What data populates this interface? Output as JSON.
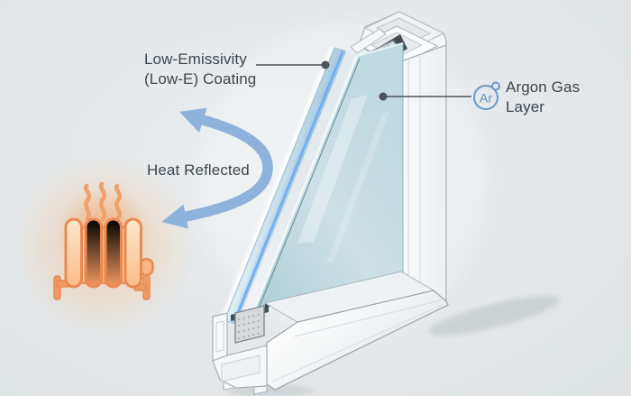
{
  "labels": {
    "low_e": {
      "line1": "Low-Emissivity",
      "line2": "(Low-E) Coating"
    },
    "heat_reflected": "Heat Reflected",
    "argon": {
      "line1": "Argon Gas",
      "line2": "Layer"
    },
    "argon_symbol": "Ar"
  },
  "icons": {
    "argon_gas": "argon-gas-icon",
    "radiator": "radiator-icon",
    "heat_waves": "heat-waves-icon",
    "reflection_arrow": "reflection-arrow-icon"
  },
  "colors": {
    "background": "#e4e8ea",
    "label_text": "#3d464e",
    "leader_line": "#4b5258",
    "argon_icon_blue": "#6b97c7",
    "arrow_blue": "#8fb2da",
    "coating_blue": "#6fa9ee",
    "glass_teal": "#bcd8de",
    "radiator_orange": "#e98a52",
    "frame_white": "#f7f9fa"
  }
}
